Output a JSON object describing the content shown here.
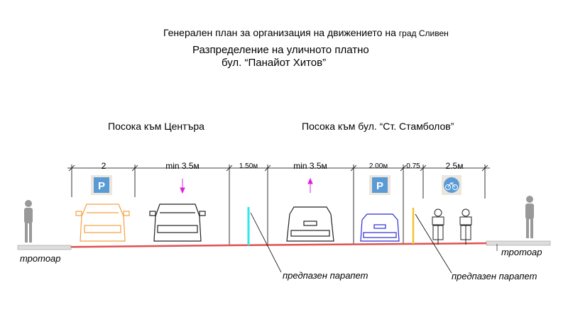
{
  "header": {
    "title_main": "Генерален план за организация на движението на",
    "title_city": "град Сливен",
    "subtitle": "Разпределение на уличното платно",
    "street": "бул. “Панайот Хитов”"
  },
  "directions": {
    "left": "Посока към Центъра",
    "right": "Посока към бул. “Ст. Стамболов”"
  },
  "dimensions": [
    "2",
    "min 3.5м",
    "1.50м",
    "min 3.5м",
    "2.00м",
    "0.75",
    "2.5м"
  ],
  "signs": {
    "parking": "P"
  },
  "labels": {
    "sidewalk_left": "тротоар",
    "sidewalk_right": "тротоар",
    "barrier_1": "предпазен парапет",
    "barrier_2": "предпазен парапет"
  },
  "colors": {
    "parked_car": "#f5a040",
    "blue_car": "#2b2bd6",
    "sign_blue": "#5b9bd5",
    "arrow": "#e020e0",
    "barrier_cyan": "#33e6e6",
    "barrier_yellow": "#f2c230",
    "road": "#e05050"
  }
}
